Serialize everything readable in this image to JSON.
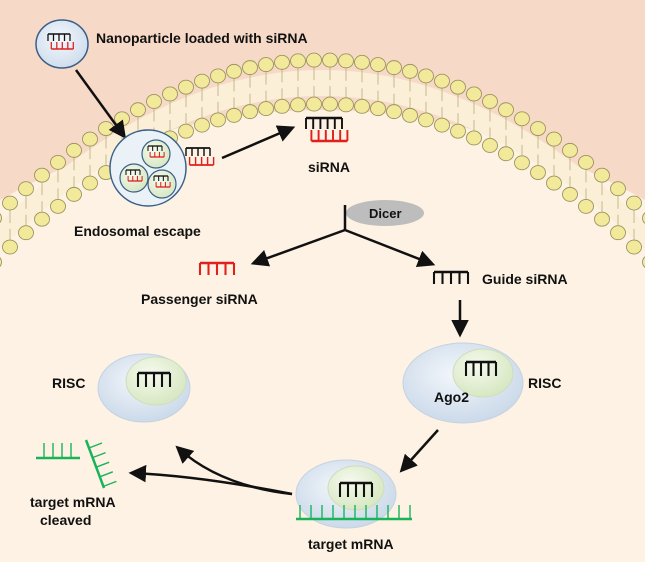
{
  "labels": {
    "nanoparticle": "Nanoparticle loaded with siRNA",
    "endosomal_escape": "Endosomal escape",
    "sirna": "siRNA",
    "dicer": "Dicer",
    "passenger": "Passenger siRNA",
    "guide": "Guide siRNA",
    "risc_left": "RISC",
    "risc_right": "RISC",
    "ago2": "Ago2",
    "target_mrna": "target mRNA",
    "cleaved_line1": "target mRNA",
    "cleaved_line2": "cleaved"
  },
  "colors": {
    "background_outside": "#f7d9c7",
    "cytoplasm": "#fdf2e3",
    "lipid_head": "#f2ea9a",
    "lipid_head_edge": "#9c9460",
    "sirna_guide": "#111111",
    "sirna_passenger": "#e0201d",
    "mrna": "#19b35a",
    "dicer": "#bdbdbd",
    "risc": "#d7e3f0",
    "ago2": "#e9f3d7"
  }
}
